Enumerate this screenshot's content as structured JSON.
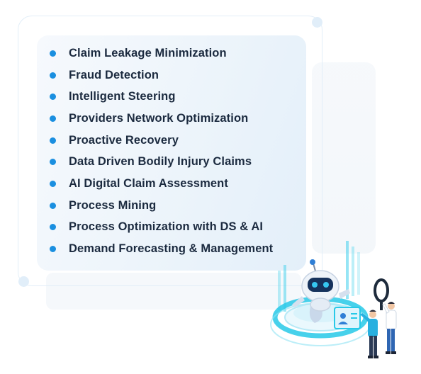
{
  "list": {
    "items": [
      "Claim Leakage Minimization",
      "Fraud Detection",
      "Intelligent Steering",
      "Providers Network Optimization",
      "Proactive Recovery",
      "Data Driven Bodily Injury Claims",
      "AI Digital Claim Assessment",
      "Process Mining",
      "Process Optimization with DS & AI",
      "Demand Forecasting & Management"
    ]
  },
  "colors": {
    "bullet": "#1a8fe0",
    "text": "#1b2a3f",
    "card": "#eef5fb",
    "accent_cyan": "#27c9e8"
  },
  "illustration": {
    "icons": [
      "robot-icon",
      "magnifier-icon",
      "user-card-icon",
      "people-icon"
    ]
  }
}
